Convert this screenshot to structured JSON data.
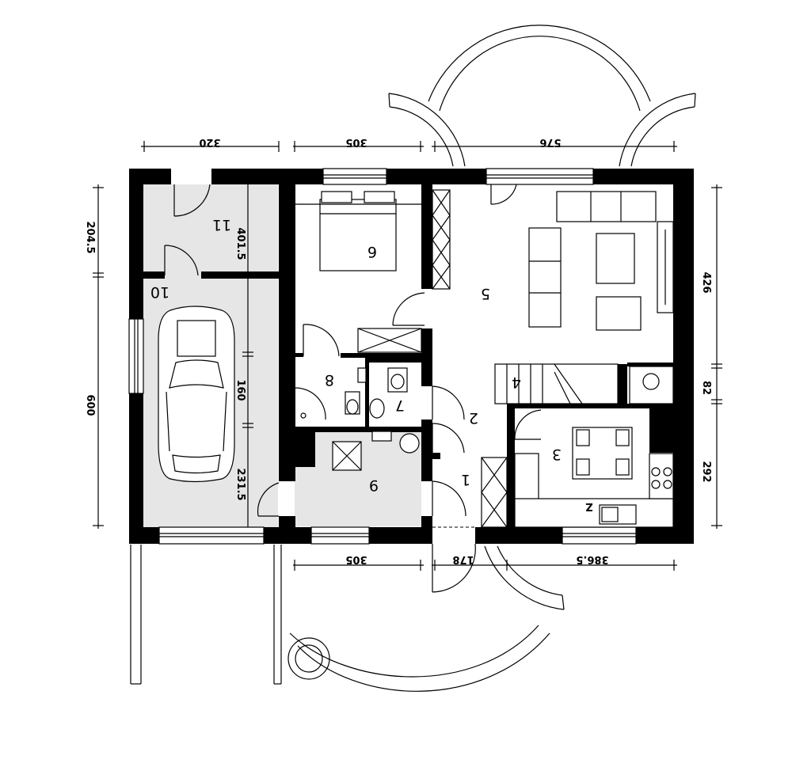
{
  "dimensions": {
    "top": [
      "320",
      "305",
      "576"
    ],
    "bottom": [
      "305",
      "178",
      "386.5"
    ],
    "left": [
      "204.5",
      "600"
    ],
    "right": [
      "426",
      "82",
      "292"
    ],
    "inner": [
      "401.5",
      "160",
      "231.5"
    ]
  },
  "rooms": [
    "1",
    "2",
    "3",
    "4",
    "5",
    "6",
    "7",
    "8",
    "9",
    "10",
    "11"
  ],
  "fixture_labels": {
    "fridge": "Z"
  }
}
